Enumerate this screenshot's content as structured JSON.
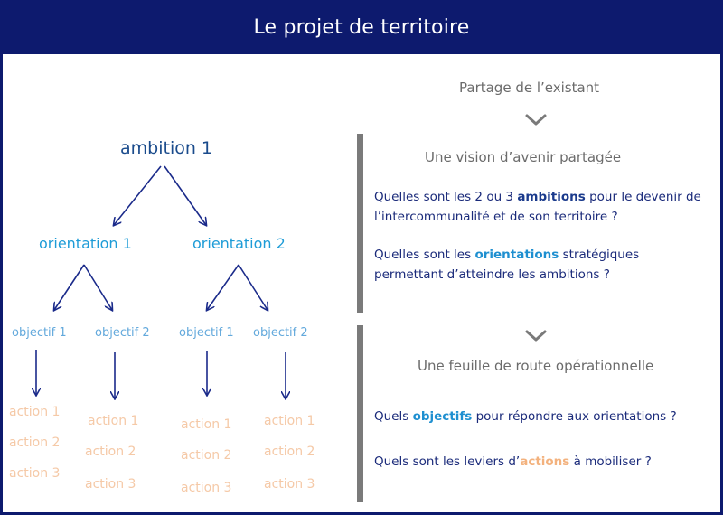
{
  "header": {
    "title": "Le projet de territoire"
  },
  "tree": {
    "ambition": "ambition 1",
    "orientations": [
      "orientation 1",
      "orientation 2"
    ],
    "objectifs": [
      "objectif 1",
      "objectif 2",
      "objectif 1",
      "objectif 2"
    ],
    "actions": [
      [
        "action 1",
        "action 2",
        "action 3"
      ],
      [
        "action 1",
        "action 2",
        "action 3"
      ],
      [
        "action 1",
        "action 2",
        "action 3"
      ],
      [
        "action 1",
        "action 2",
        "action 3"
      ]
    ]
  },
  "right": {
    "step1": "Partage de l’existant",
    "step2": "Une vision d’avenir partagée",
    "q1": {
      "before": "Quelles sont les 2 ou 3 ",
      "key": "ambitions",
      "after": " pour le devenir de l’intercommunalité et de son territoire ?"
    },
    "q2": {
      "before": "Quelles sont les ",
      "key": "orientations",
      "after": " stratégiques permettant d’atteindre les ambitions ?"
    },
    "step3": "Une feuille de route opérationnelle",
    "q3": {
      "before": "Quels ",
      "key": "objectifs",
      "after": " pour répondre aux orientations ?"
    },
    "q4": {
      "before": "Quels sont les leviers d’",
      "key": "actions",
      "after": " à mobiliser  ?"
    }
  },
  "colors": {
    "navy": "#0d1a6e",
    "ambition": "#1a4b8c",
    "orientation": "#1e9cd7",
    "objectif": "#63a9dc",
    "action": "#f5c9a7",
    "arrow": "#1a2a8a",
    "bar": "#7a7a7a"
  },
  "icons": [
    "chevron-down-icon",
    "chevron-down-icon"
  ]
}
